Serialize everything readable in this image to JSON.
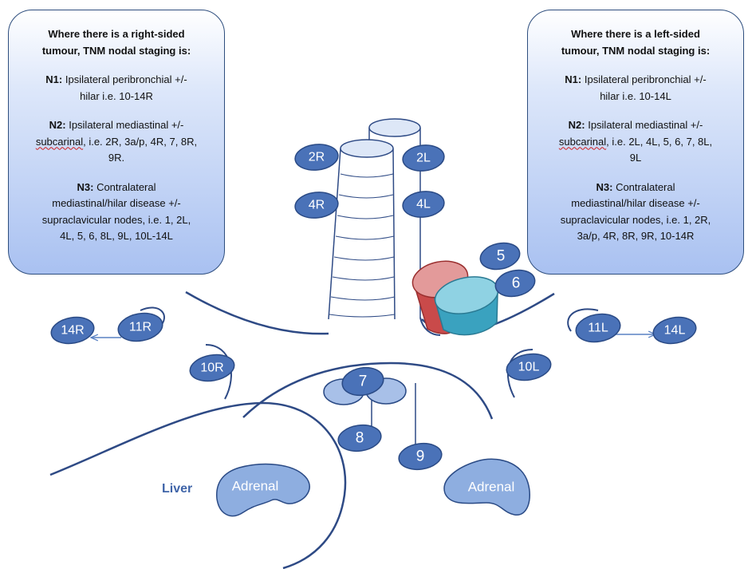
{
  "right_panel": {
    "heading_line1": "Where there is a right-sided",
    "heading_line2": "tumour, TNM nodal staging is:",
    "n1_label": "N1:",
    "n1_line1": " Ipsilateral peribronchial +/-",
    "n1_line2": "hilar i.e. 10-14R",
    "n2_label": "N2:",
    "n2_line1": " Ipsilateral mediastinal +/-",
    "n2_word": "subcarinal",
    "n2_line2_rest": ", i.e. 2R, 3a/p, 4R, 7, 8R,",
    "n2_line3": "9R.",
    "n3_label": "N3:",
    "n3_line1": " Contralateral",
    "n3_line2": "mediastinal/hilar disease +/-",
    "n3_line3": "supraclavicular nodes, i.e. 1, 2L,",
    "n3_line4": "4L, 5, 6, 8L, 9L, 10L-14L"
  },
  "left_panel": {
    "heading_line1": "Where there is a left-sided",
    "heading_line2": "tumour, TNM nodal staging is:",
    "n1_label": "N1:",
    "n1_line1": " Ipsilateral peribronchial +/-",
    "n1_line2": "hilar i.e. 10-14L",
    "n2_label": "N2:",
    "n2_line1": " Ipsilateral mediastinal +/-",
    "n2_word": "subcarinal",
    "n2_line2_rest": ", i.e. 2L, 4L, 5, 6, 7, 8L,",
    "n2_line3": "9L",
    "n3_label": "N3:",
    "n3_line1": " Contralateral",
    "n3_line2": "mediastinal/hilar disease +/-",
    "n3_line3": "supraclavicular nodes, i.e. 1, 2R,",
    "n3_line4": "3a/p, 4R, 8R, 9R, 10-14R"
  },
  "nodes": {
    "n2R": "2R",
    "n2L": "2L",
    "n4R": "4R",
    "n4L": "4L",
    "n5": "5",
    "n6": "6",
    "n7": "7",
    "n8": "8",
    "n9": "9",
    "n10R": "10R",
    "n10L": "10L",
    "n11R": "11R",
    "n11L": "11L",
    "n14R": "14R",
    "n14L": "14L"
  },
  "labels": {
    "liver": "Liver",
    "adrenal_right": "Adrenal",
    "adrenal_left": "Adrenal"
  },
  "colors": {
    "node_fill": "#4a72b8",
    "node_stroke": "#2a4a85",
    "line": "#2e4a85",
    "trachea_fill": "#ffffff",
    "aorta_red": "#d97a7a",
    "pulmonary_teal": "#4fb2c9",
    "subcarinal_light": "#a8c0e8",
    "adrenal_fill": "#8eaee0"
  }
}
